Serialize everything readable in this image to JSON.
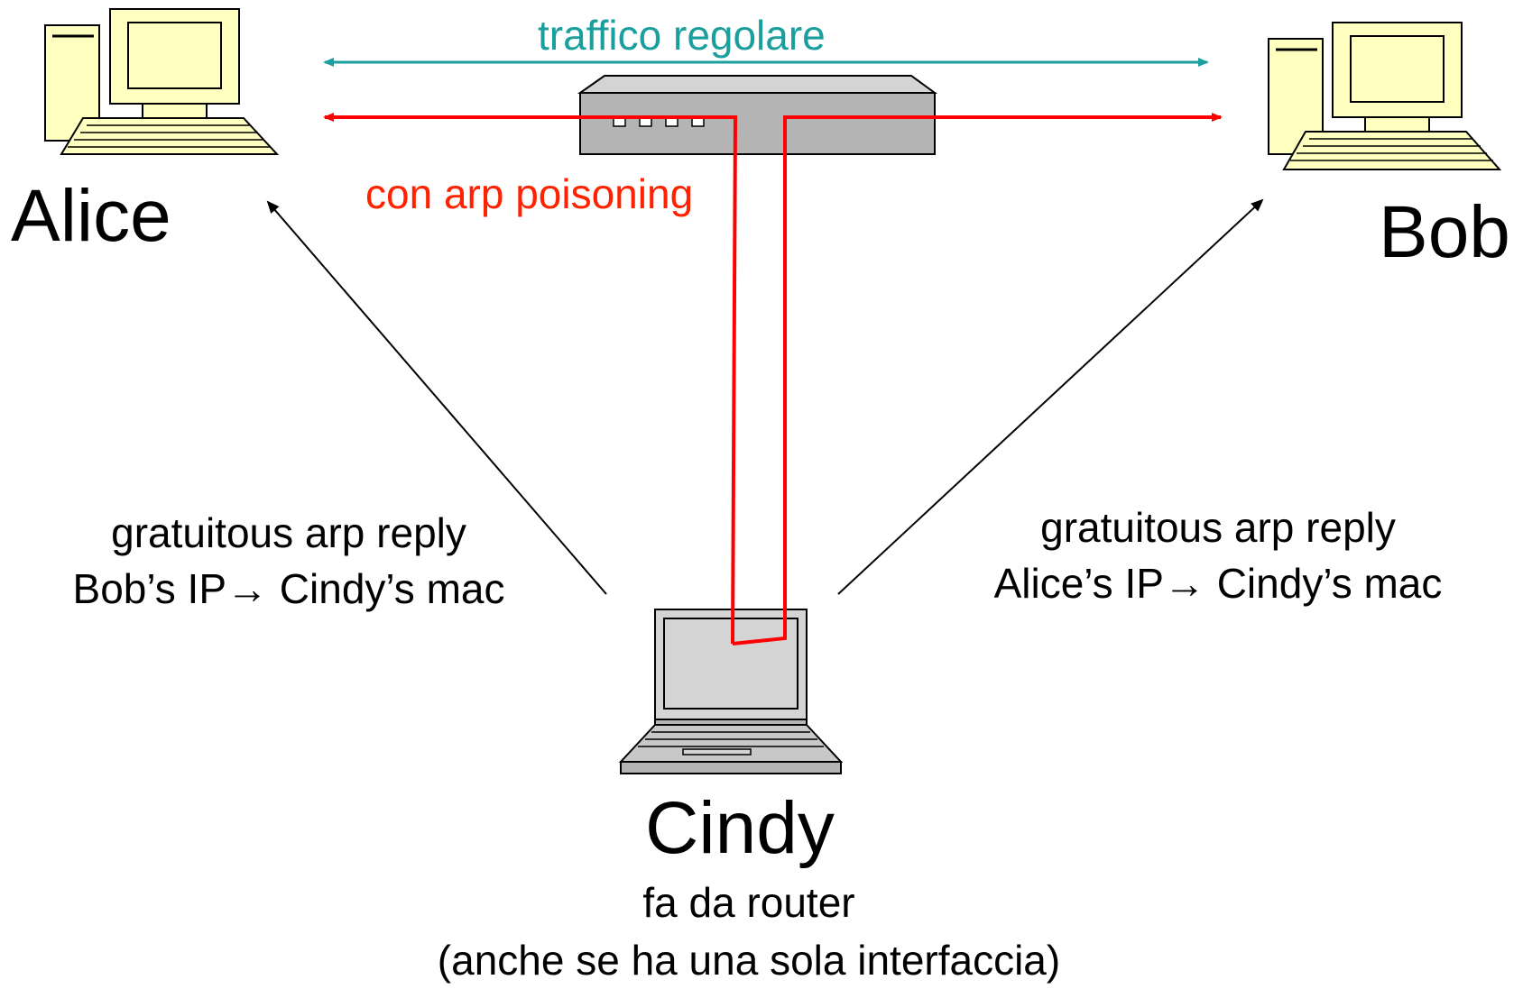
{
  "nodes": {
    "alice": "Alice",
    "bob": "Bob",
    "cindy": "Cindy"
  },
  "traffic": {
    "regular_label": "traffico regolare",
    "poisoned_label": "con arp poisoning",
    "regular_color": "#1a9e9e",
    "poisoned_color": "#ff0000"
  },
  "left_reply": {
    "line1": "gratuitous arp reply",
    "line2": "Bob’s IP→ Cindy’s mac"
  },
  "right_reply": {
    "line1": "gratuitous arp reply",
    "line2": "Alice’s IP→ Cindy’s mac"
  },
  "cindy_note": {
    "line1": "fa da router",
    "line2": "(anche se ha una sola interfaccia)"
  },
  "icons": {
    "alice_device": "desktop-computer-icon",
    "bob_device": "desktop-computer-icon",
    "cindy_device": "laptop-icon",
    "switch_device": "network-switch-icon"
  }
}
